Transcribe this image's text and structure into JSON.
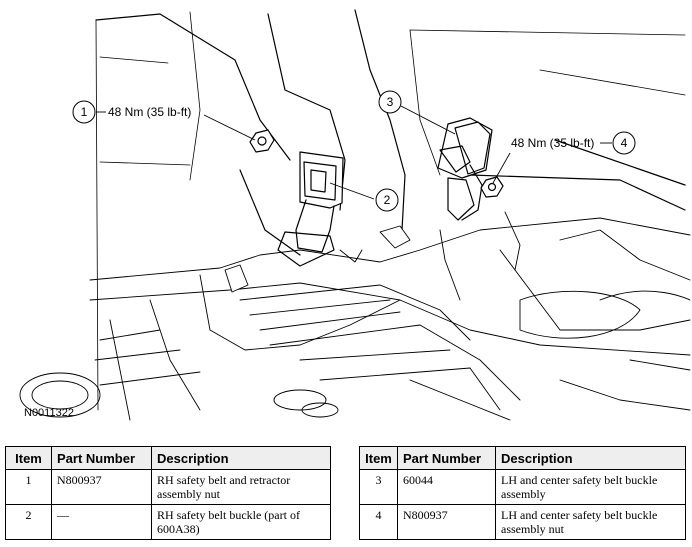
{
  "figure": {
    "id": "N0011322",
    "callouts": [
      {
        "num": "1",
        "text": "48 Nm (35 lb-ft)"
      },
      {
        "num": "2",
        "text": ""
      },
      {
        "num": "3",
        "text": ""
      },
      {
        "num": "4",
        "text": "48 Nm (35 lb-ft)"
      }
    ]
  },
  "tables": {
    "headers": {
      "item": "Item",
      "part_number": "Part Number",
      "description": "Description"
    },
    "left": [
      {
        "item": "1",
        "part_number": "N800937",
        "description": "RH safety belt and retractor assembly nut"
      },
      {
        "item": "2",
        "part_number": "—",
        "description": "RH safety belt buckle (part of 600A38)"
      }
    ],
    "right": [
      {
        "item": "3",
        "part_number": "60044",
        "description": "LH and center safety belt buckle assembly"
      },
      {
        "item": "4",
        "part_number": "N800937",
        "description": "LH and center safety belt buckle assembly nut"
      }
    ]
  }
}
